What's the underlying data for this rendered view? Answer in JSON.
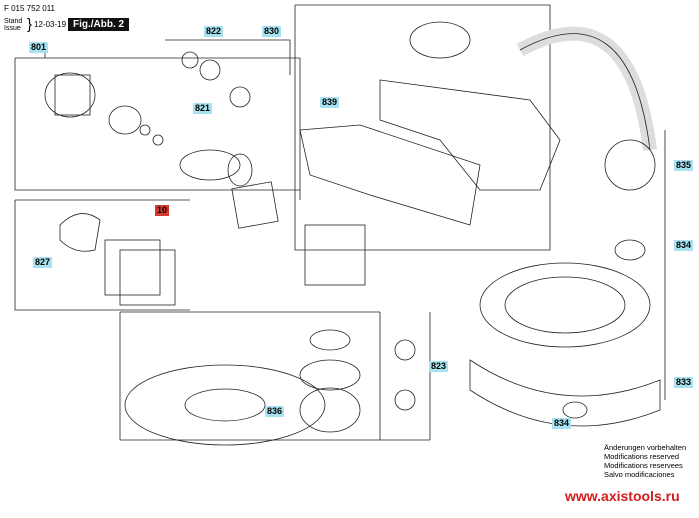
{
  "header": {
    "code": "F 015 752 011",
    "stand_label": "Stand",
    "issue_label": "Issue",
    "date": "12-03-19",
    "figure": "Fig./Abb. 2"
  },
  "callouts": {
    "g801": "801",
    "g822": "822",
    "g830": "830",
    "g821": "821",
    "g839": "839",
    "p10": "10",
    "g827": "827",
    "g835": "835",
    "g834a": "834",
    "g823": "823",
    "g833": "833",
    "g836": "836",
    "g834b": "834"
  },
  "notes": [
    "Änderungen vorbehalten",
    "Modifications reserved",
    "Modifications reservees",
    "Salvo modificaciones"
  ],
  "watermark": "www.axistools.ru",
  "colors": {
    "callout": "#a8e2f0",
    "highlight": "#d63a2e",
    "url": "#d31c1c"
  }
}
